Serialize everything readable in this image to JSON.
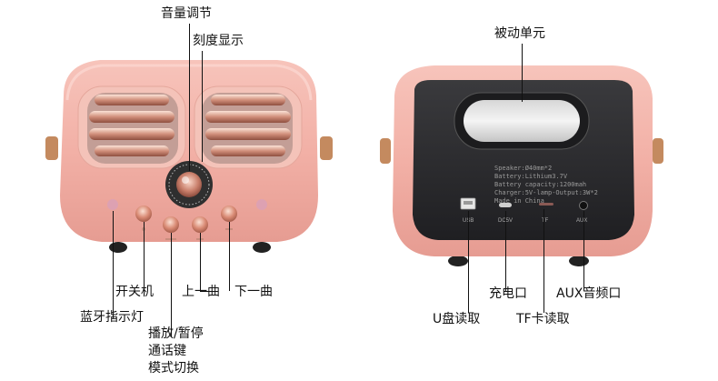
{
  "left_labels": {
    "volume": "音量调节",
    "scale_display": "刻度显示",
    "power": "开关机",
    "prev": "上一曲",
    "next": "下一曲",
    "bt_indicator": "蓝牙指示灯",
    "play_pause": "播放/暂停",
    "call_key": "通话键",
    "mode_switch": "模式切换"
  },
  "right_labels": {
    "passive_unit": "被动单元",
    "charge_port": "充电口",
    "aux_port": "AUX音频口",
    "usb_read": "U盘读取",
    "tf_read": "TF卡读取"
  },
  "back_print": {
    "speaker": "Speaker:Ø40mm*2",
    "battery": "Battery:Lithium3.7V",
    "capacity": "Battery capacity:1200mah",
    "charger": "Charger:5V-lamp-Output:3W*2",
    "made_in": "Made in China"
  },
  "ports": {
    "usb": "USB",
    "dc": "DC5V",
    "tf": "TF",
    "aux": "AUX"
  },
  "colors": {
    "body_pink": "#f2b3aa",
    "body_shadow": "#e59b91",
    "grill_rose": "#d48a78",
    "panel_dark": "#2c2c2e",
    "knob_dark": "#3b3b3b"
  }
}
